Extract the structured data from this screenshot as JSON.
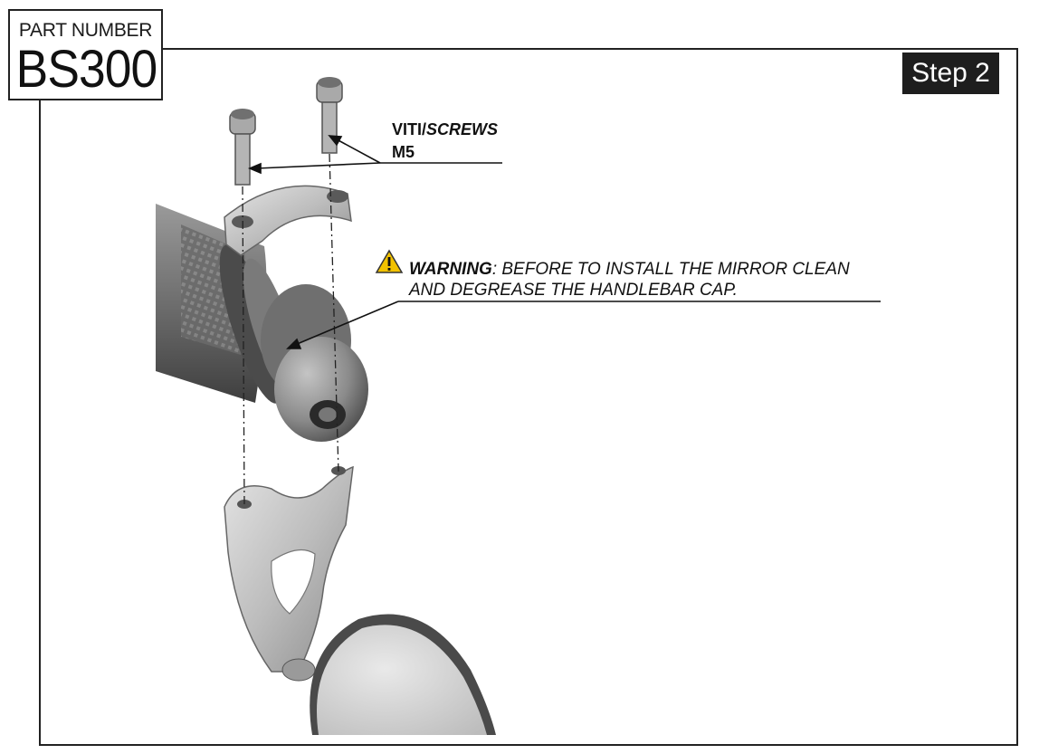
{
  "part": {
    "label": "PART NUMBER",
    "number": "BS300"
  },
  "step": {
    "label": "Step 2"
  },
  "screws": {
    "label_prefix": "VITI/",
    "label_italic": "SCREWS",
    "size": "M5"
  },
  "warning": {
    "title": "WARNING",
    "line1_rest": ": BEFORE TO INSTALL THE MIRROR CLEAN",
    "line2": "AND DEGREASE THE HANDLEBAR CAP."
  },
  "colors": {
    "frame": "#222222",
    "badge": "#1e1e1e",
    "warning_icon": "#f2c200"
  },
  "icons": [
    "warning-icon"
  ]
}
